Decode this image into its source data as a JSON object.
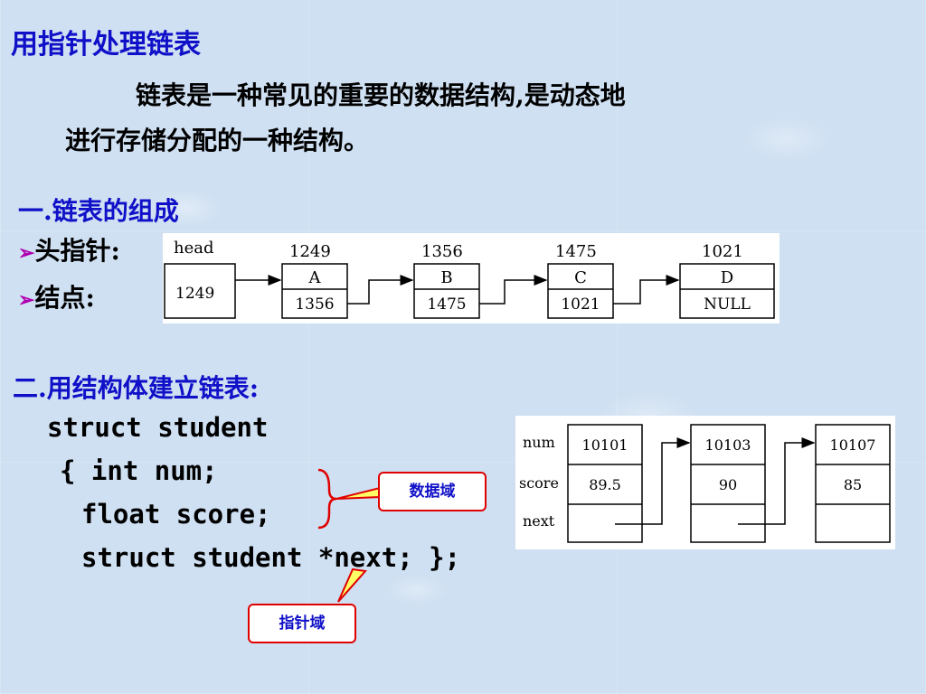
{
  "title": "用指针处理链表",
  "intro": {
    "line1": "链表是一种常见的重要的数据结构,是动态地",
    "line2": "进行存储分配的一种结构。"
  },
  "section1": {
    "heading": "一.链表的组成",
    "bullets": [
      {
        "marker": "➢",
        "text": "头指针:"
      },
      {
        "marker": "➢",
        "text": "结点: "
      }
    ]
  },
  "diagram1": {
    "head_label": "head",
    "head_value": "1249",
    "nodes": [
      {
        "address": "1249",
        "data": "A",
        "next": "1356"
      },
      {
        "address": "1356",
        "data": "B",
        "next": "1475"
      },
      {
        "address": "1475",
        "data": "C",
        "next": "1021"
      },
      {
        "address": "1021",
        "data": "D",
        "next": "NULL"
      }
    ]
  },
  "section2": {
    "heading": "二.用结构体建立链表:",
    "code": [
      "struct student",
      "{ int num;",
      "float score;",
      "struct student *next; };"
    ]
  },
  "diagram2": {
    "row_labels": [
      "num",
      "score",
      "next"
    ],
    "nodes": [
      {
        "num": "10101",
        "score": "89.5"
      },
      {
        "num": "10103",
        "score": "90"
      },
      {
        "num": "10107",
        "score": "85"
      }
    ]
  },
  "callouts": {
    "data_field": "数据域",
    "pointer_field": "指针域"
  },
  "colors": {
    "heading_blue": "#1010c8",
    "bullet_purple": "#b000b0",
    "callout_red": "#e00000",
    "background": "#cfe0f2"
  }
}
